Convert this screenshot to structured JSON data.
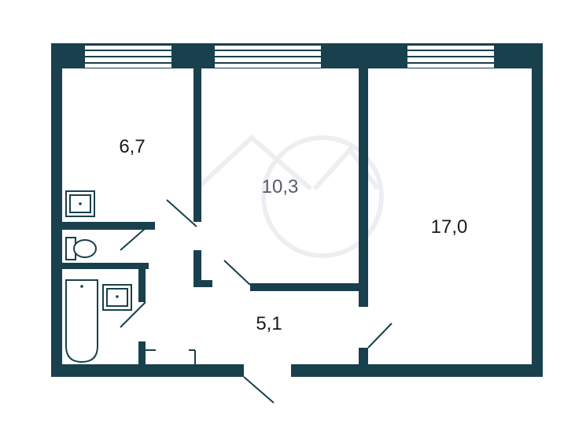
{
  "colors": {
    "wall": "#19404d",
    "background": "#ffffff",
    "watermark": "#e9eaee"
  },
  "rooms": {
    "kitchen": {
      "area": "6,7"
    },
    "bedroom": {
      "area": "10,3"
    },
    "living": {
      "area": "17,0"
    },
    "hallway": {
      "area": "5,1"
    }
  },
  "fixtures": [
    "sink-icon",
    "toilet-icon",
    "bathtub-icon",
    "washbasin-icon",
    "window-icon"
  ]
}
